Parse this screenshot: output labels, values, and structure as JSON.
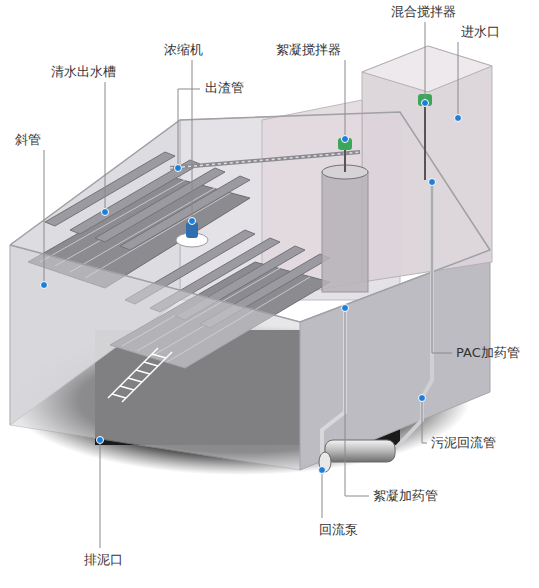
{
  "diagram": {
    "labels": [
      "混合搅拌器",
      "进水口",
      "浓缩机",
      "絮凝搅拌器",
      "清水出水槽",
      "出渣管",
      "斜管",
      "PAC加药管",
      "污泥回流管",
      "絮凝加药管",
      "回流泵",
      "排泥口"
    ]
  }
}
